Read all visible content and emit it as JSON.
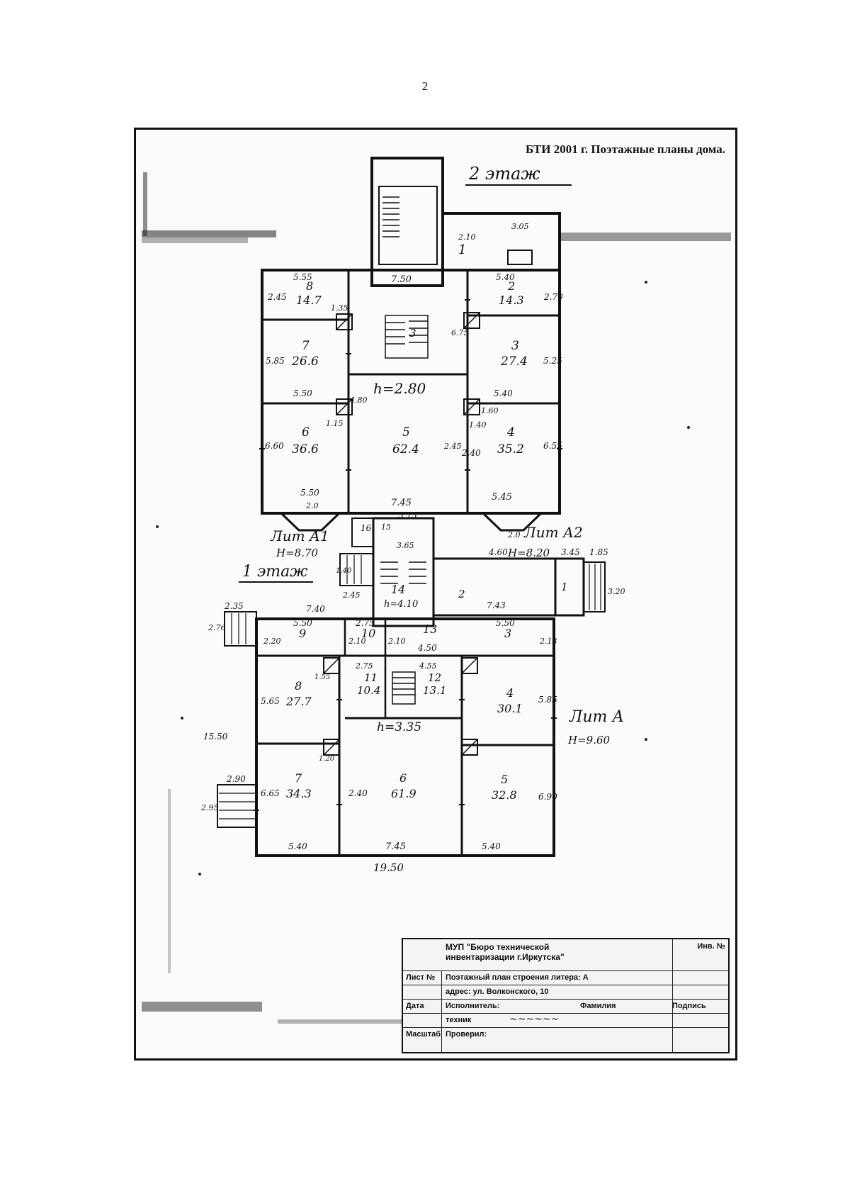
{
  "page_number": "2",
  "header_caption": "БТИ 2001 г. Поэтажные планы дома.",
  "floor2": {
    "label": "2 этаж",
    "height": "h=2.80",
    "rooms": [
      {
        "num": "8",
        "area": "14.7"
      },
      {
        "num": "2",
        "area": "14.3"
      },
      {
        "num": "7",
        "area": "26.6"
      },
      {
        "num": "3",
        "area": "27.4"
      },
      {
        "num": "6",
        "area": "36.6"
      },
      {
        "num": "5",
        "area": "62.4"
      },
      {
        "num": "4",
        "area": "35.2"
      }
    ],
    "stair_num": "3",
    "annex_label": "1",
    "dims": [
      "5.55",
      "2.45",
      "7.50",
      "5.40",
      "2.70",
      "5.85",
      "5.25",
      "5.50",
      "5.40",
      "6.60",
      "6.55",
      "5.50",
      "7.45",
      "5.45",
      "2.0",
      "2.0",
      "5.75",
      "2.40",
      "1.35",
      "6.75",
      "4.80",
      "1.60",
      "2.45",
      "1.40",
      "1.15",
      "3.05",
      "2.10"
    ]
  },
  "annex_labels": [
    {
      "line": "Лит А1",
      "height": "H=8.70"
    },
    {
      "line": "Лит А2",
      "height": "H=8.20"
    },
    {
      "line": "Лит А",
      "height": "H=9.60"
    }
  ],
  "floor1": {
    "label": "1 этаж",
    "height": "h=3.35",
    "rooms": [
      {
        "num": "9",
        "area": ""
      },
      {
        "num": "10",
        "area": ""
      },
      {
        "num": "13",
        "area": ""
      },
      {
        "num": "3",
        "area": ""
      },
      {
        "num": "8",
        "area": "27.7"
      },
      {
        "num": "11",
        "area": "10.4"
      },
      {
        "num": "12",
        "area": "13.1"
      },
      {
        "num": "4",
        "area": "30.1"
      },
      {
        "num": "7",
        "area": "34.3"
      },
      {
        "num": "6",
        "area": "61.9"
      },
      {
        "num": "5",
        "area": "32.8"
      },
      {
        "num": "14",
        "area": ""
      },
      {
        "num": "2",
        "area": ""
      },
      {
        "num": "1",
        "area": ""
      },
      {
        "num": "16",
        "area": ""
      },
      {
        "num": "15",
        "area": ""
      }
    ],
    "height_small": "h=4.10",
    "dims": [
      "2.35",
      "7.40",
      "5.50",
      "2.75",
      "5.50",
      "4.50",
      "2.76",
      "2.20",
      "2.10",
      "2.10",
      "2.13",
      "2.75",
      "4.55",
      "5.65",
      "5.85",
      "15.50",
      "2.90",
      "6.65",
      "2.40",
      "6.90",
      "5.40",
      "7.45",
      "5.40",
      "19.50",
      "2.95",
      "7.43",
      "4.60",
      "3.45",
      "1.85",
      "3.20",
      "2.45",
      "3.65",
      "1.55",
      "1.20",
      "1.40"
    ]
  },
  "title_block": {
    "org_line1": "МУП \"Бюро технической",
    "org_line2": "инвентаризации г.Иркутска\"",
    "code": "Инв. №",
    "row1_label": "Лист №",
    "row1_text": "Поэтажный план строения литера: А",
    "row2_text": "адрес: ул. Волконского, 10",
    "row3_a": "Дата",
    "row3_b": "Исполнитель:",
    "row3_c": "Фамилия",
    "row3_d": "Подпись",
    "row4_a": "техник",
    "row5_a": "Масштаб",
    "row5_b": "Проверил:"
  }
}
